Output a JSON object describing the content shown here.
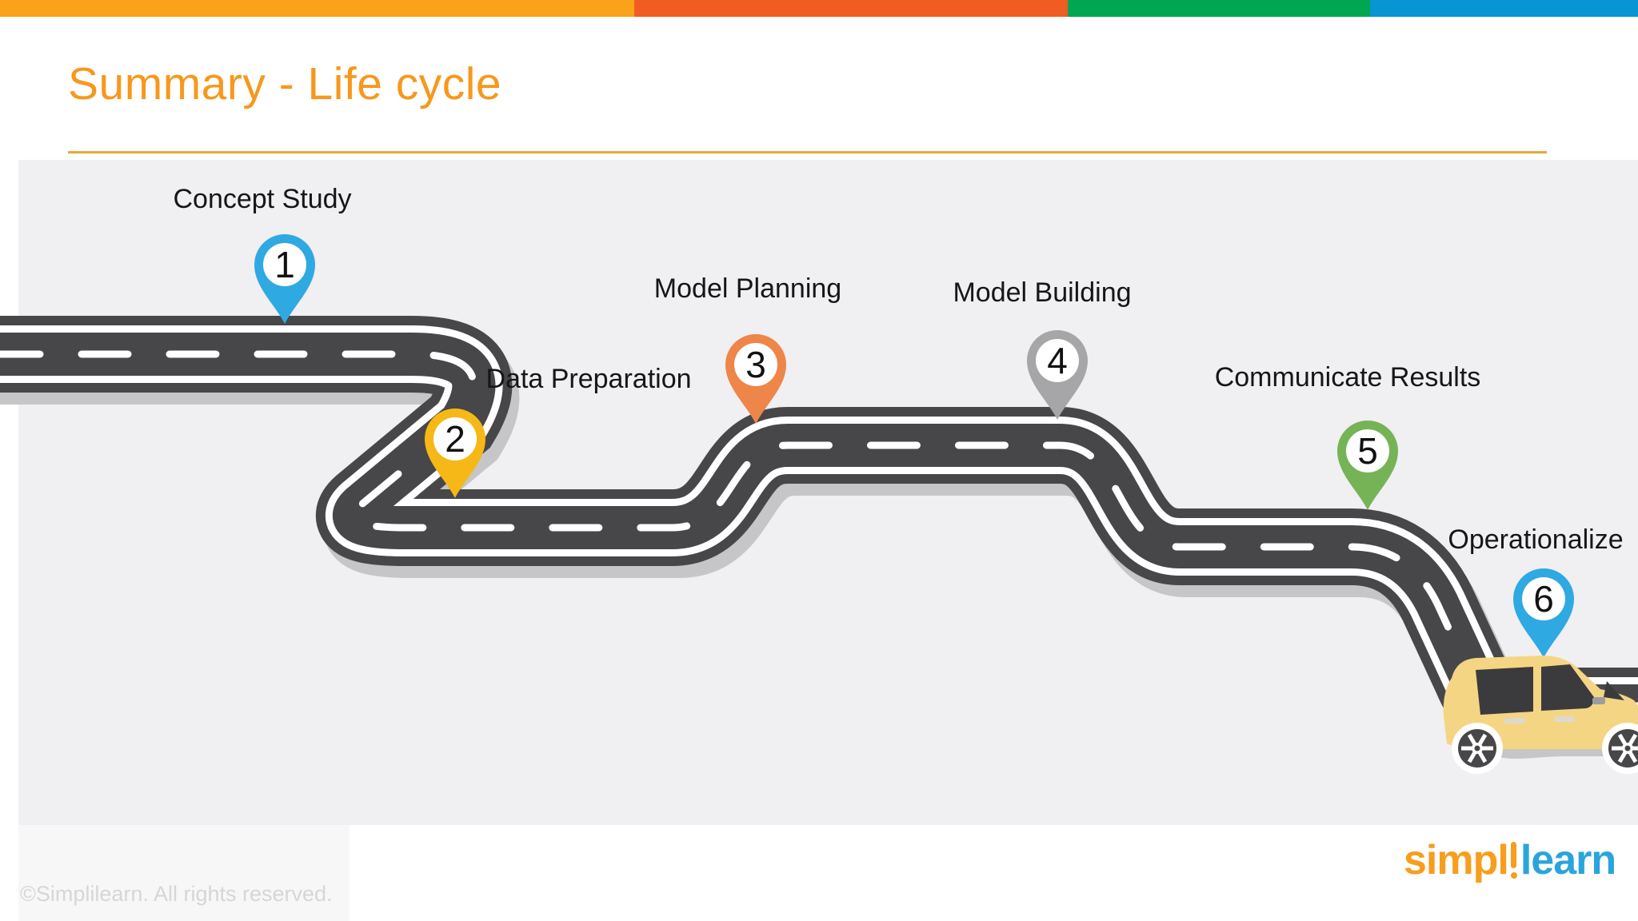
{
  "slide": {
    "title": "Summary - Life cycle",
    "title_color": "#F7981D",
    "top_bar": {
      "colors": [
        "#F9A21A",
        "#F15C22",
        "#00A651",
        "#0795D3"
      ]
    },
    "footer": {
      "copyright": "©Simplilearn. All rights reserved."
    },
    "logo": {
      "text_left": "simpl",
      "text_right": "learn",
      "color_left": "#F89D1C",
      "color_right": "#2AA5DB"
    }
  },
  "roadmap": {
    "background_color": "#F0EFF1",
    "road_color": "#47474A",
    "road_shadow_color": "#C6C5C7",
    "car_color": "#F4D584",
    "steps": [
      {
        "number": "1",
        "label": "Concept Study",
        "pin_color": "#2FA9E1"
      },
      {
        "number": "2",
        "label": "Data Preparation",
        "pin_color": "#F5B817"
      },
      {
        "number": "3",
        "label": "Model Planning",
        "pin_color": "#EE8549"
      },
      {
        "number": "4",
        "label": "Model Building",
        "pin_color": "#A6A6A8"
      },
      {
        "number": "5",
        "label": "Communicate Results",
        "pin_color": "#76B356"
      },
      {
        "number": "6",
        "label": "Operationalize",
        "pin_color": "#2FA9E1"
      }
    ]
  }
}
